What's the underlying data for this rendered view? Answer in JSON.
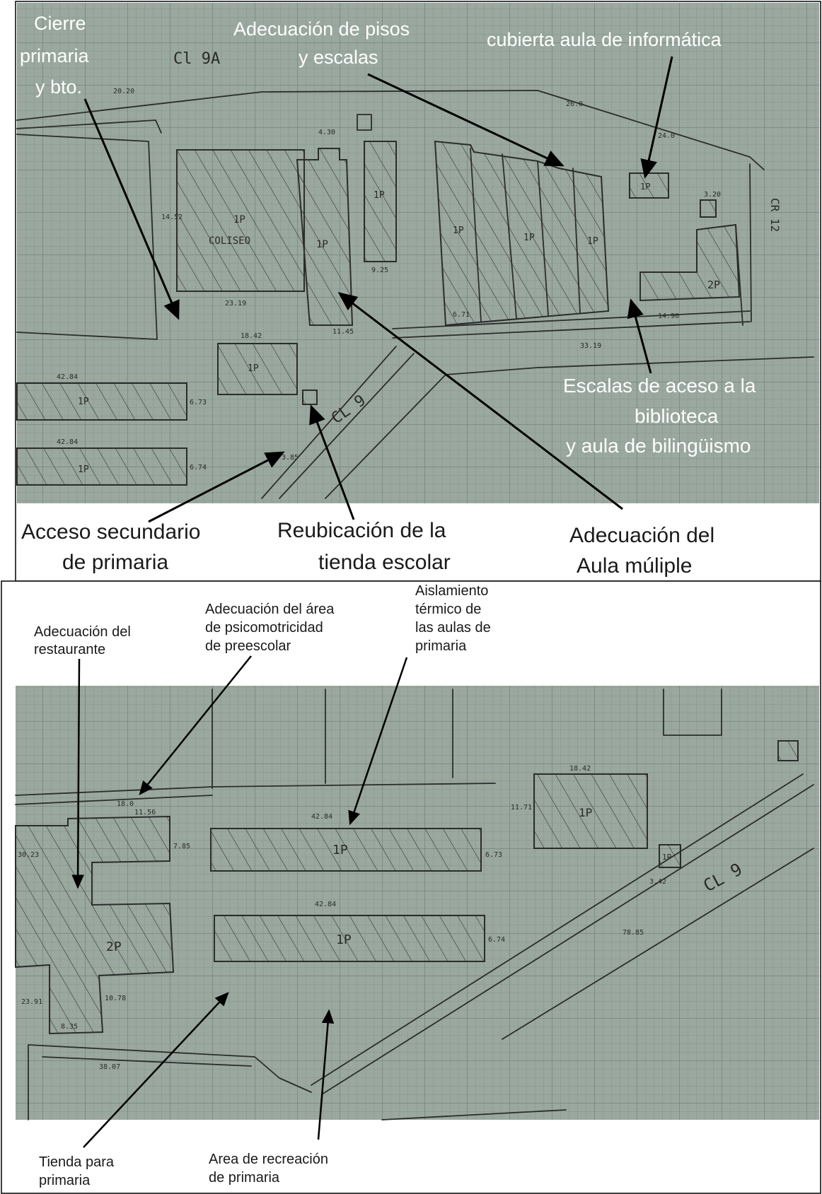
{
  "top_panel": {
    "labels": {
      "cierre_line1": "Cierre",
      "cierre_line2": "primaria",
      "cierre_line3": "y bto.",
      "pisos_line1": "Adecuación de pisos",
      "pisos_line2": "y escalas",
      "cubierta": "cubierta aula de informática",
      "escalas_line1": "Escalas  de aceso a la",
      "escalas_line2": "biblioteca",
      "escalas_line3": "y aula de bilingüismo",
      "acceso_line1": "Acceso secundario",
      "acceso_line2": "de primaria",
      "reubicacion_line1": "Reubicación de la",
      "reubicacion_line2": "tienda escolar",
      "adecuacion_aula_line1": "Adecuación del",
      "adecuacion_aula_line2": "Aula múliple"
    },
    "sketch": {
      "cl_label": "Cl  9A",
      "coliseo": "COLISEO",
      "cr_label": "CR 12",
      "street": "CL 9",
      "floor_1p": "1P",
      "floor_2p": "2P",
      "dims": [
        "20.20",
        "26.0",
        "24.0",
        "23.19",
        "14.52",
        "18.42",
        "42.84",
        "42.84",
        "6.73",
        "6.74",
        "33.19",
        "14.90",
        "11.45",
        "9.25",
        "6.71",
        "3.85",
        "4.30",
        "3.20"
      ]
    }
  },
  "bottom_panel": {
    "labels": {
      "restaurante_line1": "Adecuación del",
      "restaurante_line2": "restaurante",
      "psico_line1": "Adecuación del área",
      "psico_line2": "de psicomotricidad",
      "psico_line3": "de preescolar",
      "aislamiento_line1": "Aislamiento",
      "aislamiento_line2": "térmico de",
      "aislamiento_line3": "las aulas de",
      "aislamiento_line4": "primaria",
      "tienda_line1": "Tienda para",
      "tienda_line2": "primaria",
      "area_line1": "Area de recreación",
      "area_line2": "de primaria"
    },
    "sketch": {
      "street": "CL 9",
      "floor_1p": "1P",
      "floor_2p": "2P",
      "dims": [
        "18.0",
        "11.56",
        "42.84",
        "42.84",
        "18.42",
        "6.73",
        "6.74",
        "7.85",
        "30.23",
        "10.78",
        "8.35",
        "38.07",
        "78.85",
        "11.71",
        "3.42",
        "23.91"
      ]
    }
  },
  "colors": {
    "paper": "#9aa89f",
    "grid": "#7f9089",
    "ink": "#2c2c2c"
  }
}
